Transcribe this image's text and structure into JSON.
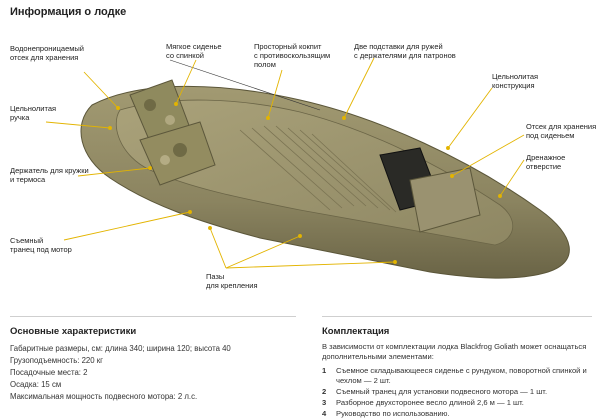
{
  "header": {
    "title": "Информация о лодке"
  },
  "callouts": {
    "dry_storage": [
      "Водонепроницаемый",
      "отсек для хранения"
    ],
    "seat": [
      "Мягкое сиденье",
      "со спинкой"
    ],
    "cockpit": [
      "Просторный кокпит",
      "с противоскользящим",
      "полом"
    ],
    "gun_rests": [
      "Две подставки для ружей",
      "с держателями для патронов"
    ],
    "one_piece": [
      "Цельнолитая",
      "конструкция"
    ],
    "handle": [
      "Цельнолитая",
      "ручка"
    ],
    "under_seat": [
      "Отсек для хранения",
      "под сиденьем"
    ],
    "drain": [
      "Дренажное",
      "отверстие"
    ],
    "cup_holder": [
      "Держатель для кружки",
      "и термоса"
    ],
    "transom": [
      "Съемный",
      "транец под мотор"
    ],
    "mounts": [
      "Пазы",
      "для крепления"
    ]
  },
  "specs": {
    "heading": "Основные характеристики",
    "lines": [
      "Габаритные размеры, см: длина 340; ширина 120; высота 40",
      "Грузоподъемность: 220 кг",
      "Посадочные места: 2",
      "Осадка: 15 см",
      "Максимальная мощность подвесного мотора: 2 л.с."
    ]
  },
  "kit": {
    "heading": "Комплектация",
    "intro": "В зависимости от комплектации лодка Blackfrog Goliath может оснащаться дополнительными элементами:",
    "items": [
      {
        "num": "1",
        "text": "Съемное складывающееся сиденье с рундуком, поворотной спинкой и чехлом — 2 шт."
      },
      {
        "num": "2",
        "text": "Съемный транец для установки подвесного мотора — 1 шт."
      },
      {
        "num": "3",
        "text": "Разборное двухсторонее весло длиной 2,6 м — 1 шт."
      },
      {
        "num": "4",
        "text": "Руководство по использованию."
      }
    ]
  },
  "colors": {
    "hull": "#8e8660",
    "hull_dark": "#6a6444",
    "leader": "#e3b400",
    "camo": "#8a8458"
  }
}
